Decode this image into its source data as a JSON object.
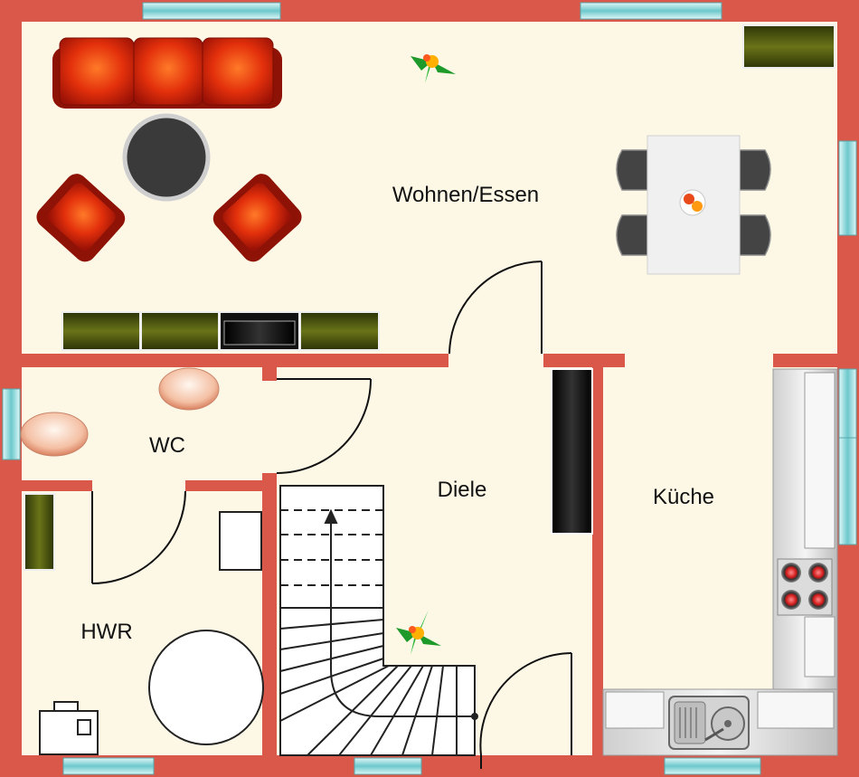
{
  "rooms": {
    "wohnen_essen": "Wohnen/Essen",
    "wc": "WC",
    "diele": "Diele",
    "kueche": "Küche",
    "hwr": "HWR"
  },
  "colors": {
    "wall": "#d9584a",
    "floor": "#fdf8e6",
    "window": "#7fd6d6",
    "sofa": "#c41d0e",
    "cabinet": "#4c5a10",
    "counter": "#e6e6e6"
  }
}
